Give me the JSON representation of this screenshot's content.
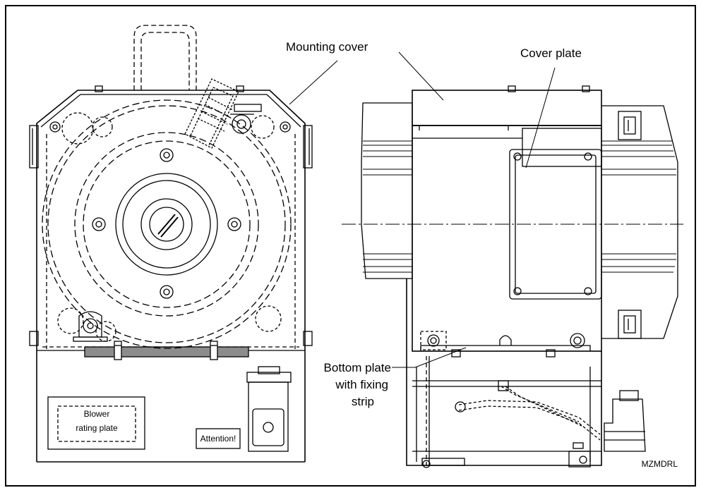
{
  "labels": {
    "mounting_cover": "Mounting cover",
    "cover_plate": "Cover plate",
    "bottom_plate_line1": "Bottom plate",
    "bottom_plate_line2": "with fixing",
    "bottom_plate_line3": "strip",
    "blower_line1": "Blower",
    "blower_line2": "rating plate",
    "attention": "Attention!",
    "figure_code": "MZMDRL"
  },
  "colors": {
    "line": "#000000",
    "fixing_strip": "#8c8c8c",
    "background": "#ffffff"
  }
}
